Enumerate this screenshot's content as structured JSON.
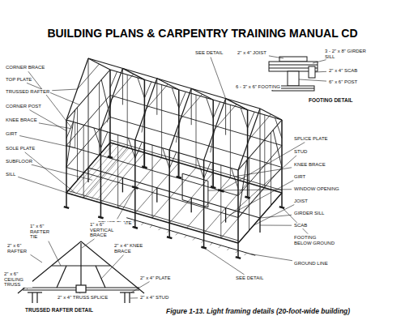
{
  "diagram": {
    "title": "BUILDING PLANS & CARPENTRY TRAINING MANUAL CD",
    "caption": "Figure 1-13. Light framing details (20-foot-wide building)",
    "labels": [
      "CORNER BRACE",
      "TOP PLATE",
      "TRUSSED RAFTER",
      "CORNER POST",
      "KNEE BRACE",
      "GIRT",
      "SOLE PLATE",
      "SUBFLOOR",
      "SILL",
      "SPLICE PLATE",
      "SEE DETAIL",
      "2\" x 4\" JOIST",
      "3 - 2\" x 8\" GIRDER SILL",
      "2\" x 4\" SCAB",
      "6\" x 6\" POST",
      "6 - 3\" x 6\" FOOTING",
      "FOOTING DETAIL",
      "SPLICE PLATE",
      "STUD",
      "KNEE BRACE",
      "GIRT",
      "WINDOW OPENING",
      "JOIST",
      "GIRDER SILL",
      "SCAB",
      "FOOTING BELOW GROUND",
      "GROUND LINE",
      "SEE DETAIL",
      "1\" x 6\" RAFTER TIE",
      "1\" x 6\" VERTICAL BRACE",
      "2\" x 6\" RAFTER",
      "2\" x 4\" KNEE BRACE",
      "2\" x 4\" PLATE",
      "2\" x 6\" CEILING TRUSS",
      "2\" x 4\" TRUSS SPLICE",
      "2\" x 4\" STUD",
      "TRUSSED RAFTER DETAIL"
    ]
  }
}
